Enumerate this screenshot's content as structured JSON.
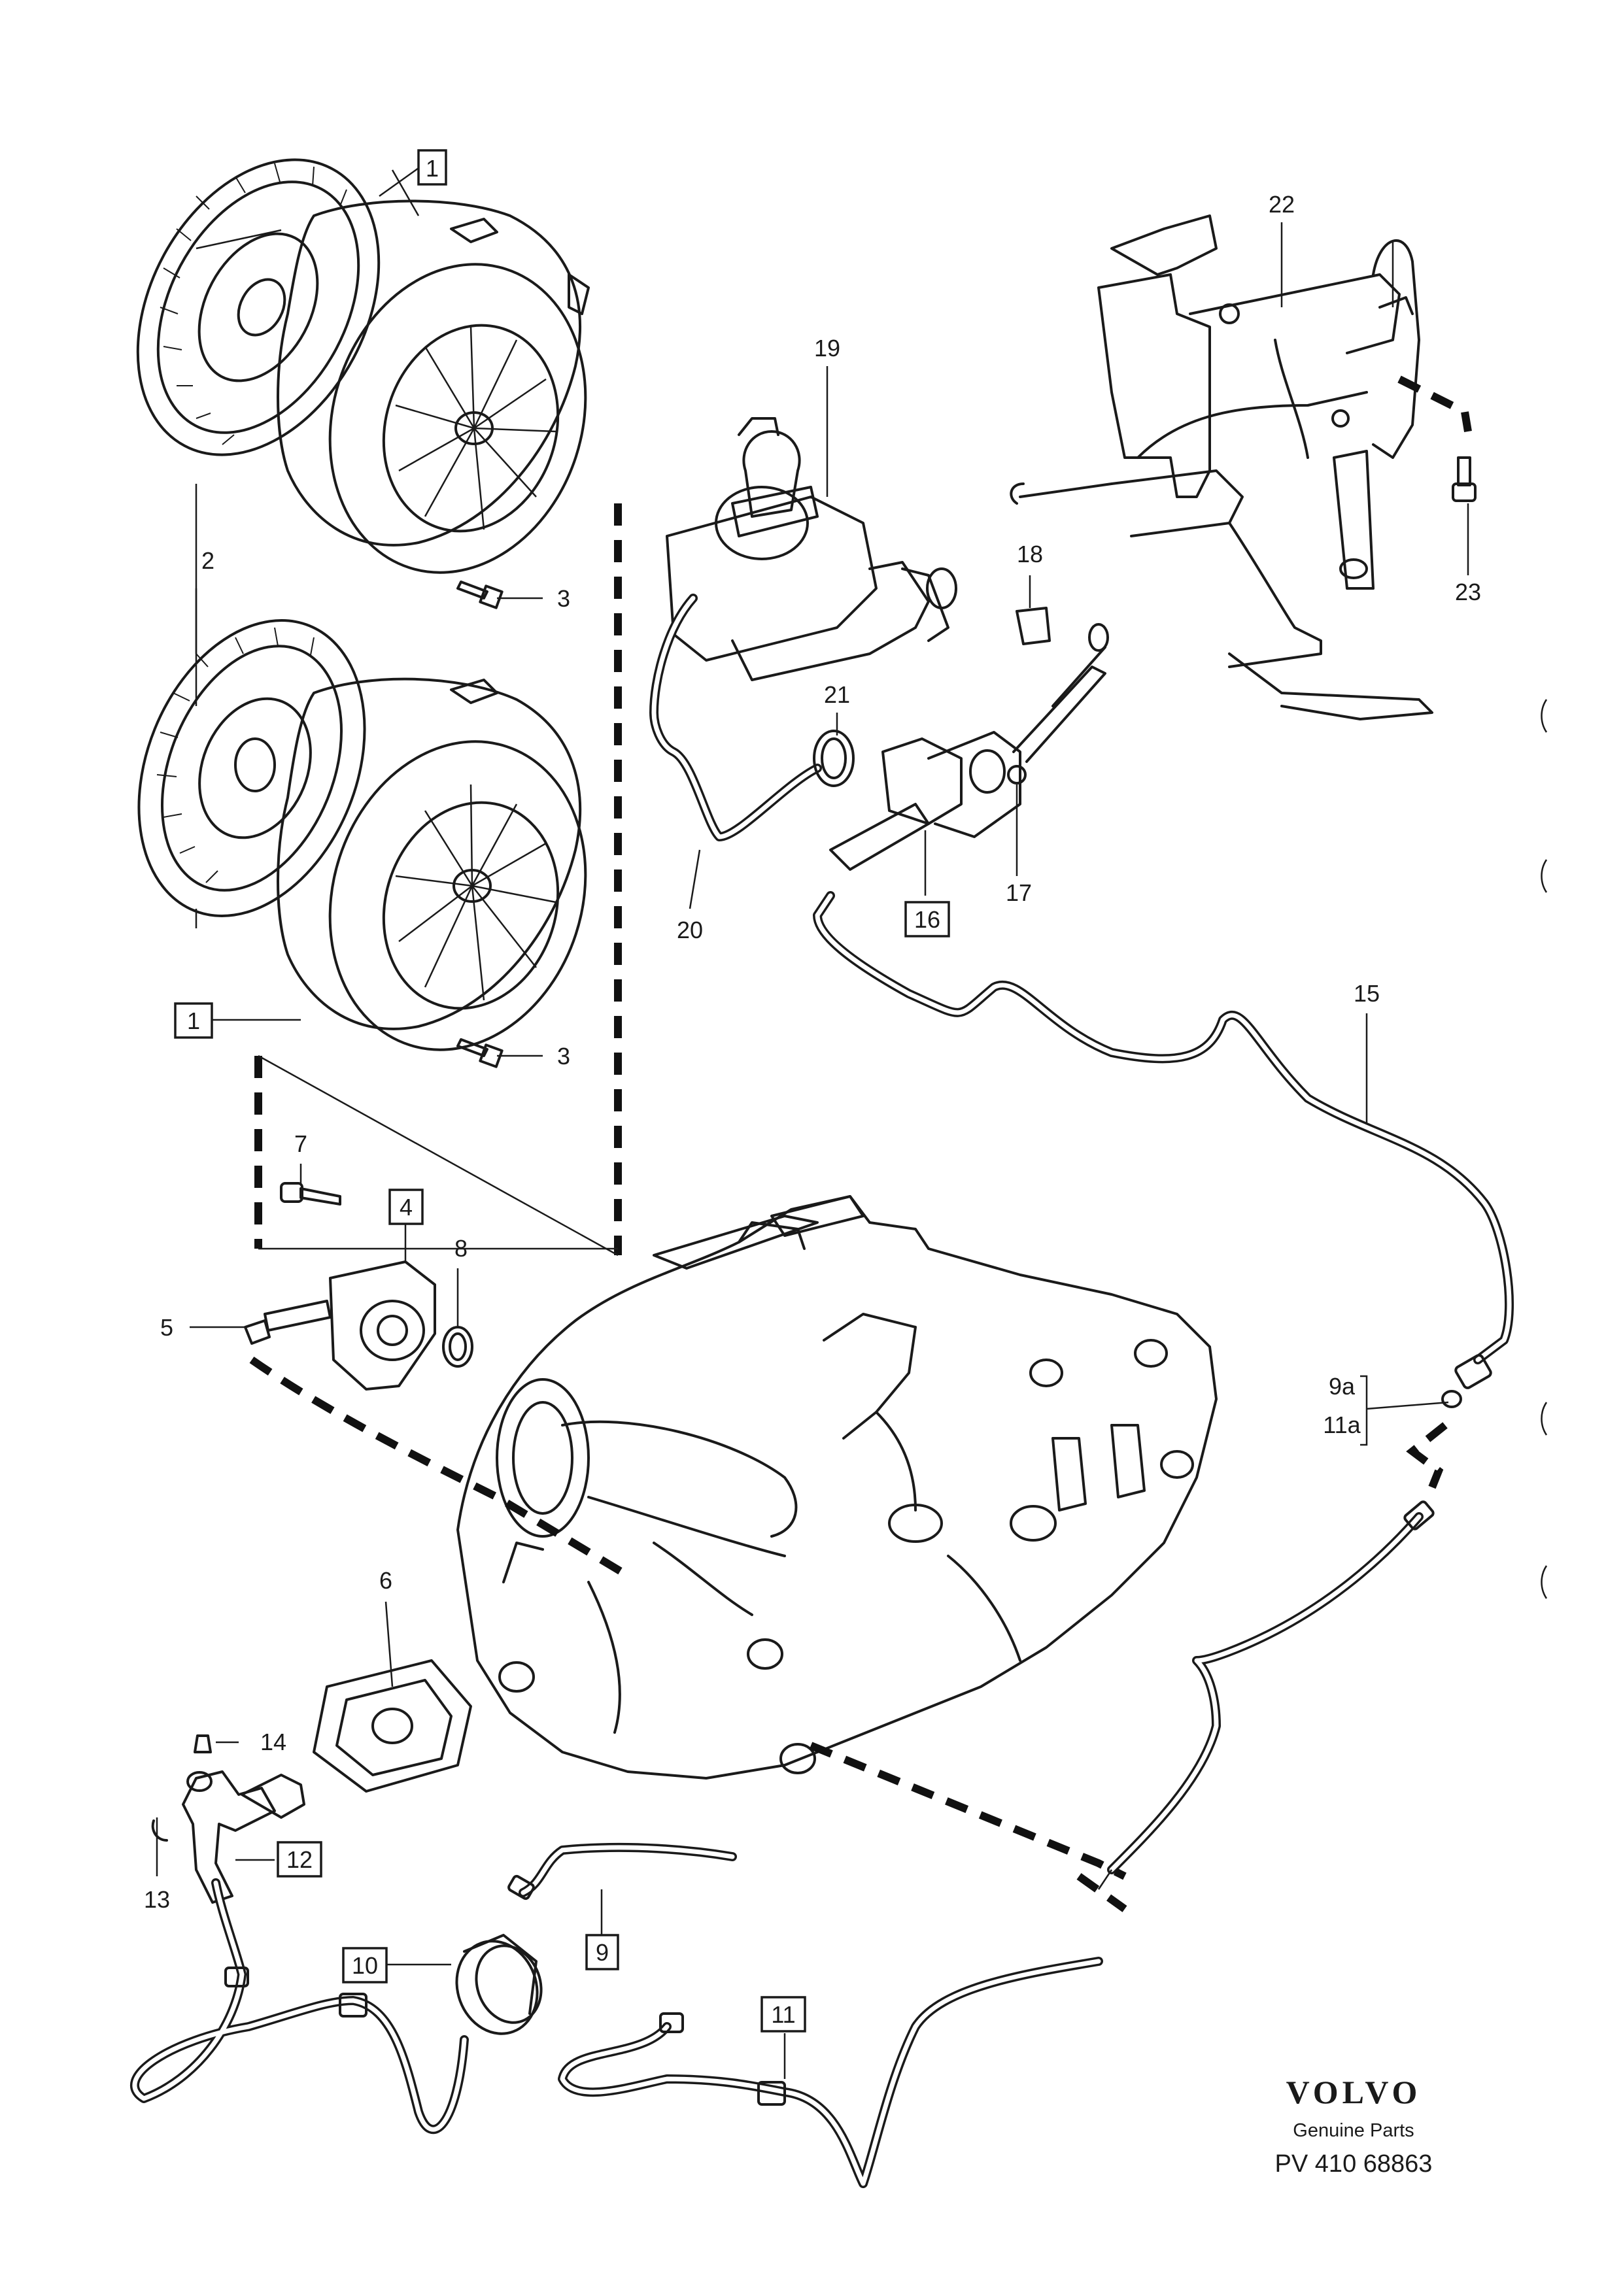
{
  "callouts": {
    "c1a": "1",
    "c1b": "1",
    "c2": "2",
    "c3a": "3",
    "c3b": "3",
    "c4": "4",
    "c5": "5",
    "c6": "6",
    "c7": "7",
    "c8": "8",
    "c9": "9",
    "c9a": "9a",
    "c10": "10",
    "c11": "11",
    "c11a": "11a",
    "c12": "12",
    "c13": "13",
    "c14": "14",
    "c15": "15",
    "c16": "16",
    "c17": "17",
    "c18": "18",
    "c19": "19",
    "c20": "20",
    "c21": "21",
    "c22": "22",
    "c23": "23"
  },
  "brand": {
    "logo": "VOLVO",
    "subtitle": "Genuine Parts",
    "code": "PV 410 68863"
  }
}
